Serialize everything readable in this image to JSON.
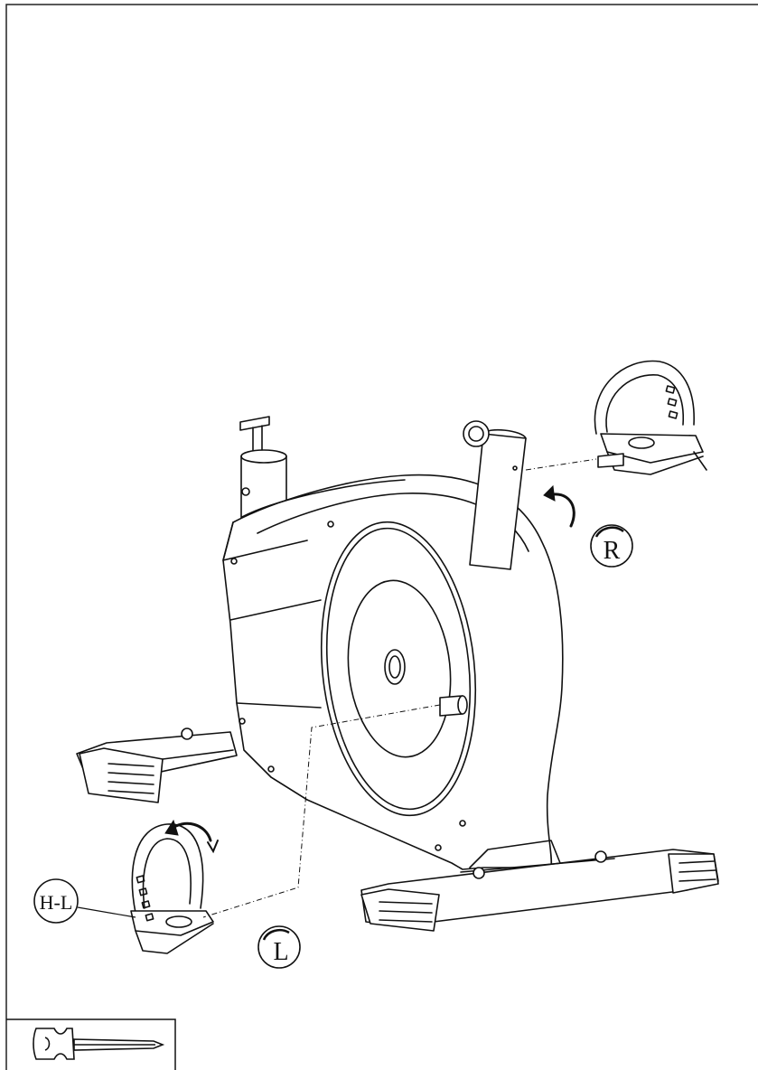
{
  "diagram": {
    "labels": {
      "right_pedal": "R",
      "left_pedal": "L",
      "pedal_part": "H-L"
    },
    "tool_icon": "pedal-wrench-icon"
  }
}
